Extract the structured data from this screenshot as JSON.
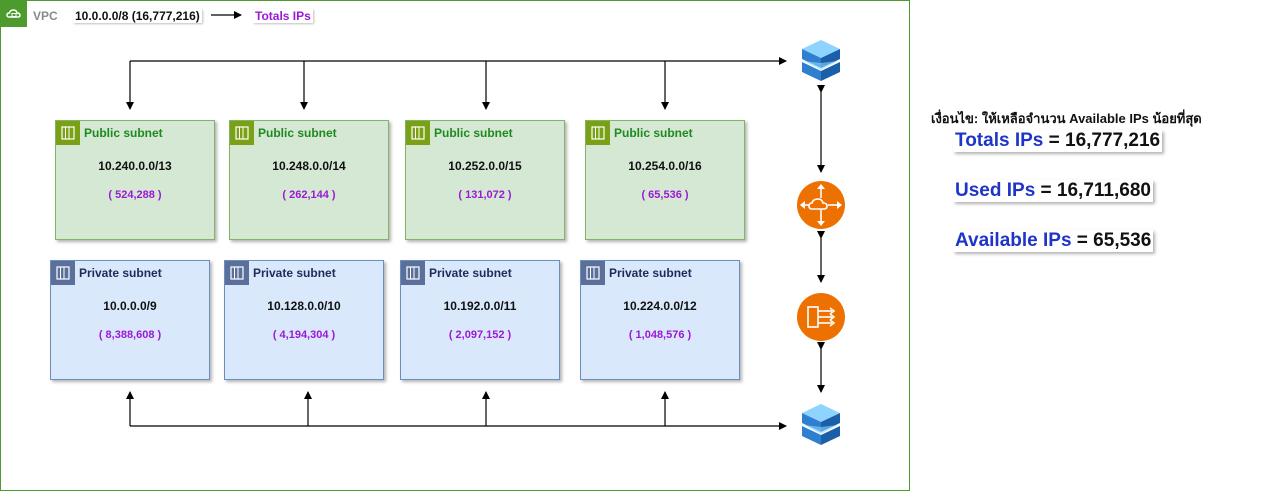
{
  "vpc": {
    "label": "VPC",
    "cidr": "10.0.0.0/8 (16,777,216)",
    "total_link": "Totals IPs",
    "border_color": "#4d9b2c"
  },
  "public_subnets": [
    {
      "title": "Public subnet",
      "cidr": "10.240.0.0/13",
      "count": "( 524,288 )"
    },
    {
      "title": "Public subnet",
      "cidr": "10.248.0.0/14",
      "count": "( 262,144 )"
    },
    {
      "title": "Public subnet",
      "cidr": "10.252.0.0/15",
      "count": "( 131,072 )"
    },
    {
      "title": "Public subnet",
      "cidr": "10.254.0.0/16",
      "count": "( 65,536 )"
    }
  ],
  "private_subnets": [
    {
      "title": "Private subnet",
      "cidr": "10.0.0.0/9",
      "count": "( 8,388,608 )"
    },
    {
      "title": "Private subnet",
      "cidr": "10.128.0.0/10",
      "count": "( 4,194,304 )"
    },
    {
      "title": "Private subnet",
      "cidr": "10.192.0.0/11",
      "count": "( 2,097,152 )"
    },
    {
      "title": "Private subnet",
      "cidr": "10.224.0.0/12",
      "count": "( 1,048,576 )"
    }
  ],
  "devices": {
    "top_router": "router-stack-icon",
    "internet_gateway": "internet-gateway-icon",
    "nat_gateway": "nat-gateway-icon",
    "bottom_router": "router-stack-icon"
  },
  "note": {
    "title": "เงื่อนไข: ให้เหลือจำนวน Available IPs น้อยที่สุด",
    "totals_label": "Totals IPs",
    "totals_value": " = 16,777,216",
    "used_label": "Used IPs",
    "used_value": " = 16,711,680",
    "available_label": "Available IPs",
    "available_value": " = 65,536"
  },
  "colors": {
    "public_fill": "#d5e8d4",
    "private_fill": "#dae8fc",
    "count_text": "#9b19d6",
    "stat_label": "#1f35c8",
    "gateway_orange": "#ed7100"
  }
}
